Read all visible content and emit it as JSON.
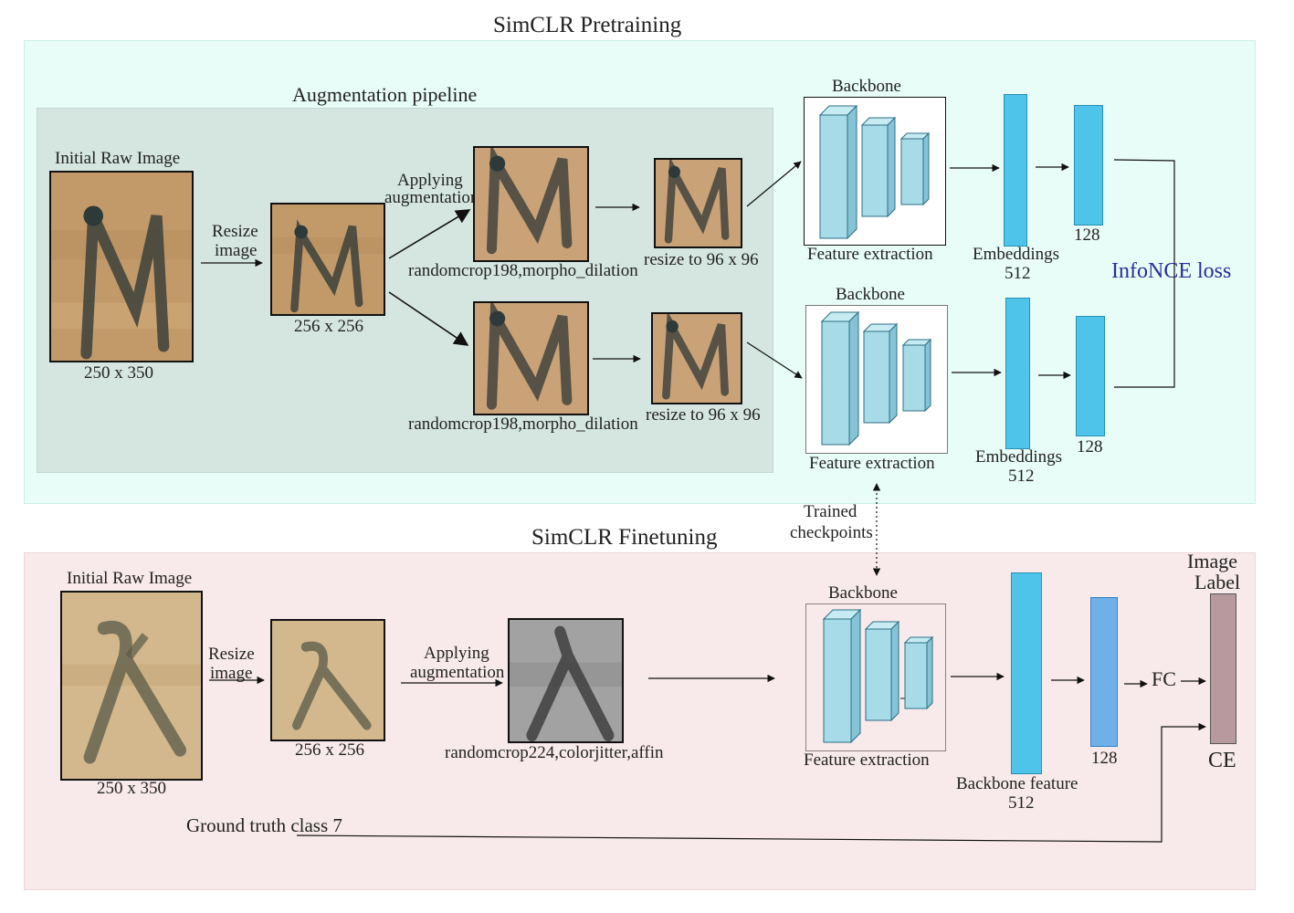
{
  "pretraining": {
    "title": "SimCLR Pretraining",
    "aug_title": "Augmentation pipeline",
    "raw_label": "Initial Raw Image",
    "raw_size": "250 x 350",
    "resize_label_1": "Resize",
    "resize_label_2": "image",
    "resized_size": "256 x 256",
    "applying_1": "Applying",
    "applying_2": "augmentation",
    "aug_caption_top": "randomcrop198,morpho_dilation",
    "aug_caption_bottom": "randomcrop198,morpho_dilation",
    "small_caption_top": "resize to 96 x 96",
    "small_caption_bottom": "resize to 96 x 96",
    "backbone_top": "Backbone",
    "backbone_bottom": "Backbone",
    "feature_top": "Feature extraction",
    "feature_bottom": "Feature extraction",
    "emb_label_top": "Embeddings",
    "emb_dim_top": "512",
    "emb_label_bottom": "Embeddings",
    "emb_dim_bottom": "512",
    "proj_dim_top": "128",
    "proj_dim_bottom": "128",
    "loss": "InfoNCE loss"
  },
  "checkpoint": {
    "line1": "Trained",
    "line2": "checkpoints"
  },
  "finetuning": {
    "title": "SimCLR Finetuning",
    "raw_label": "Initial Raw Image",
    "raw_size": "250 x 350",
    "resize_label_1": "Resize",
    "resize_label_2": "image",
    "resized_size": "256 x 256",
    "applying_1": "Applying",
    "applying_2": "augmentation",
    "aug_caption": "randomcrop224,colorjitter,affin",
    "backbone": "Backbone",
    "feature": "Feature extraction",
    "backbone_feature": "Backbone feature",
    "backbone_feature_dim": "512",
    "proj_dim": "128",
    "fc": "FC",
    "image_label_1": "Image",
    "image_label_2": "Label",
    "ce": "CE",
    "ground_truth": "Ground truth class 7"
  },
  "colors": {
    "top_panel": "#e8fdf7",
    "aug_panel": "#d5e6e1",
    "bottom_panel": "#f8eaea",
    "backbone_block": "#a8dbe8",
    "embedding": "#4ec4ea",
    "loss_text": "#2a2e9b",
    "label_bar": "#b79a9e"
  }
}
